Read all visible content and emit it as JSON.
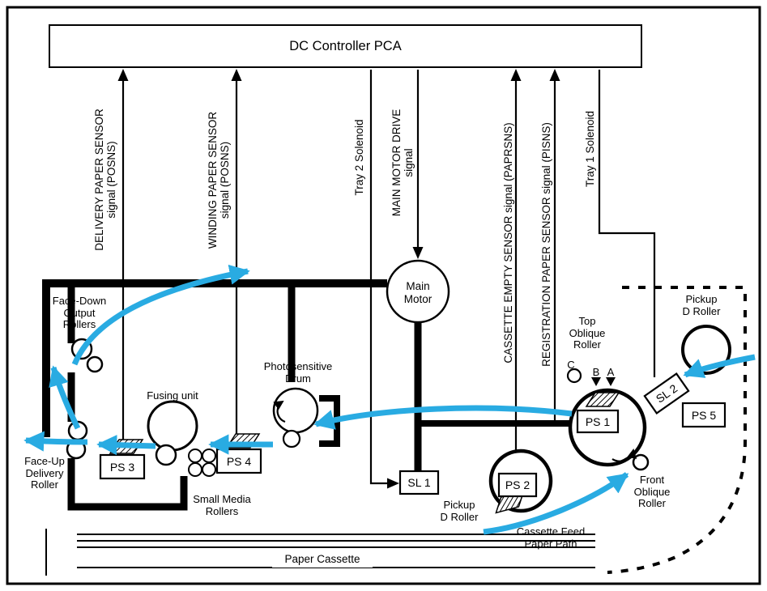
{
  "colors": {
    "paper_path_blue": "#29abe2",
    "diagram_black": "#000000",
    "background": "#ffffff"
  },
  "controller": {
    "title": "DC Controller PCA"
  },
  "signals": [
    {
      "id": "delivery_paper_sensor",
      "label": "DELIVERY PAPER SENSOR\nsignal (POSNS)",
      "direction": "to-controller"
    },
    {
      "id": "winding_paper_sensor",
      "label": "WINDING PAPER SENSOR\nsignal (POSNS)",
      "direction": "to-controller"
    },
    {
      "id": "tray2_solenoid",
      "label": "Tray 2 Solenoid",
      "direction": "from-controller"
    },
    {
      "id": "main_motor_drive",
      "label": "MAIN MOTOR DRIVE\nsignal",
      "direction": "from-controller"
    },
    {
      "id": "cassette_empty_sensor",
      "label": "CASSETTE EMPTY SENSOR signal (PAPRSNS)",
      "direction": "to-controller"
    },
    {
      "id": "registration_paper_sensor",
      "label": "REGISTRATION PAPER SENSOR signal (PISNS)",
      "direction": "to-controller"
    },
    {
      "id": "tray1_solenoid",
      "label": "Tray 1 Solenoid",
      "direction": "from-controller"
    }
  ],
  "components": {
    "main_motor": "Main\nMotor",
    "photosensitive_drum": "Photosensitive\nDrum",
    "fusing_unit": "Fusing unit",
    "face_down_output_rollers": "Face-Down\nOutput\nRollers",
    "face_up_delivery_roller": "Face-Up\nDelivery\nRoller",
    "small_media_rollers": "Small Media\nRollers",
    "pickup_d_roller_cassette": "Pickup\nD Roller",
    "pickup_d_roller_tray1": "Pickup\nD Roller",
    "top_oblique_roller": "Top\nOblique\nRoller",
    "front_oblique_roller": "Front\nOblique\nRoller",
    "cassette_feed_paper_path": "Cassette Feed\nPaper Path",
    "paper_cassette": "Paper Cassette",
    "ps1": "PS 1",
    "ps2": "PS 2",
    "ps3": "PS 3",
    "ps4": "PS 4",
    "ps5": "PS 5",
    "sl1": "SL 1",
    "sl2": "SL 2"
  },
  "markers": {
    "a": "A",
    "b": "B",
    "c": "C"
  }
}
